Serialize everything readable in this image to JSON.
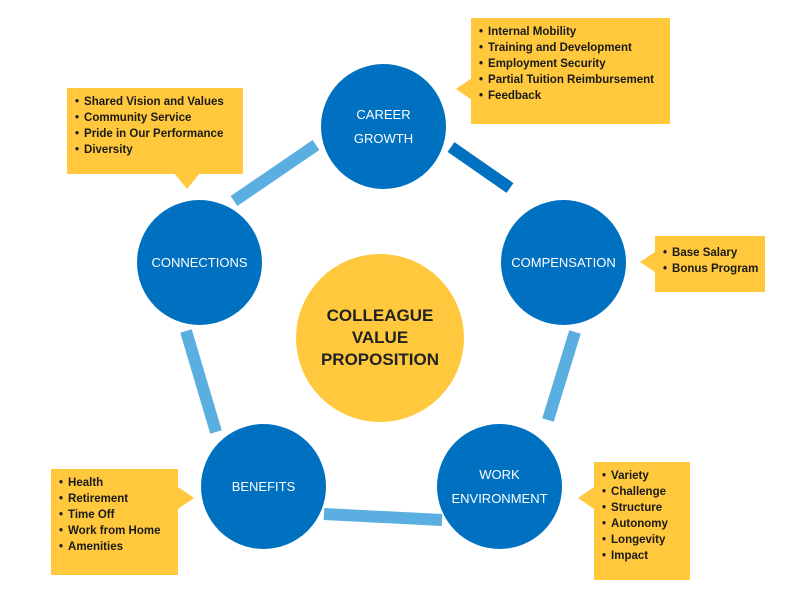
{
  "center": {
    "label": "COLLEAGUE\nVALUE\nPROPOSITION"
  },
  "nodes": {
    "career_growth": {
      "label": "CAREER\nGROWTH"
    },
    "compensation": {
      "label": "COMPENSATION"
    },
    "work_environment": {
      "label": "WORK\nENVIRONMENT"
    },
    "benefits": {
      "label": "BENEFITS"
    },
    "connections": {
      "label": "CONNECTIONS"
    }
  },
  "callouts": {
    "career_growth": {
      "items": [
        "Internal Mobility",
        "Training and Development",
        "Employment Security",
        "Partial Tuition Reimbursement",
        "Feedback"
      ]
    },
    "compensation": {
      "items": [
        "Base Salary",
        "Bonus Program"
      ]
    },
    "work_environment": {
      "items": [
        "Variety",
        "Challenge",
        "Structure",
        "Autonomy",
        "Longevity",
        "Impact"
      ]
    },
    "benefits": {
      "items": [
        "Health",
        "Retirement",
        "Time Off",
        "Work from Home",
        "Amenities"
      ]
    },
    "connections": {
      "items": [
        "Shared Vision and Values",
        "Community Service",
        "Pride in Our Performance",
        "Diversity"
      ]
    }
  },
  "colors": {
    "node": "#0071c1",
    "center": "#ffc83d",
    "connector": "#5aaee0",
    "callout": "#ffc83d"
  }
}
